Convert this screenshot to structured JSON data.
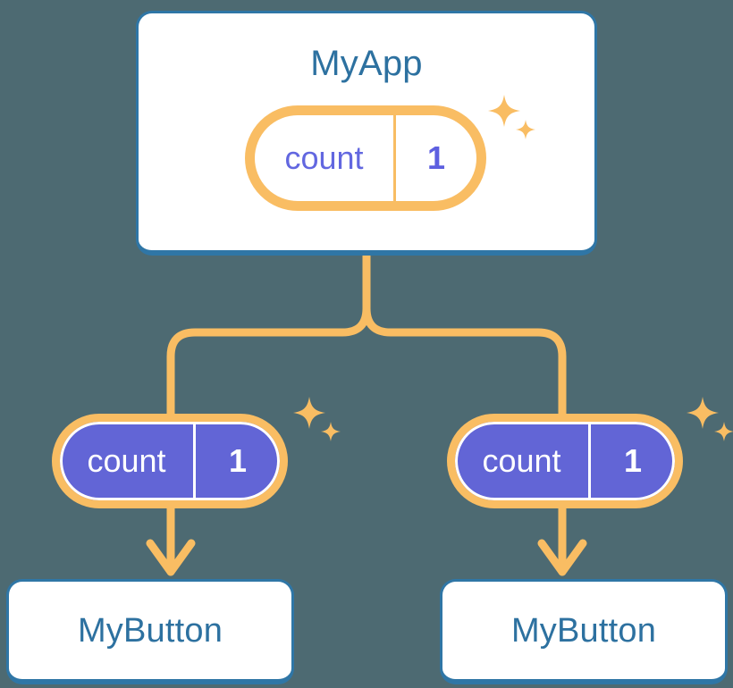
{
  "diagram": {
    "title_root": "MyApp",
    "background_color": "#4d6a72",
    "accent_orange": "#f9bd63",
    "accent_orange_soft": "#fce4c0",
    "accent_blue": "#2f76a6",
    "accent_purple": "#6265d6",
    "nodes": {
      "root": {
        "name": "MyApp",
        "state": {
          "key": "count",
          "value": "1"
        }
      },
      "leaf_left": {
        "name": "MyButton",
        "state": {
          "key": "count",
          "value": "1"
        }
      },
      "leaf_right": {
        "name": "MyButton",
        "state": {
          "key": "count",
          "value": "1"
        }
      }
    }
  }
}
